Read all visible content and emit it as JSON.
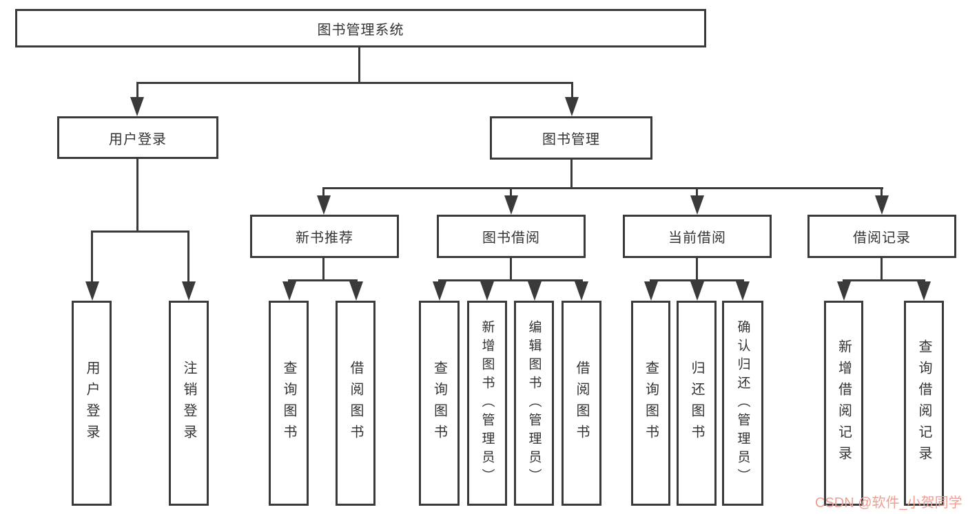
{
  "diagram": {
    "root": "图书管理系统",
    "level2": {
      "user_login": "用户登录",
      "book_mgmt": "图书管理"
    },
    "level3": {
      "new_book_rec": "新书推荐",
      "book_borrow": "图书借阅",
      "current_borrow": "当前借阅",
      "borrow_records": "借阅记录"
    },
    "leaves": [
      "用户登录",
      "注销登录",
      "查询图书",
      "借阅图书",
      "查询图书",
      "新增图书（管理员）",
      "编辑图书（管理员）",
      "借阅图书",
      "查询图书",
      "归还图书",
      "确认归还（管理员）",
      "新增借阅记录",
      "查询借阅记录"
    ]
  },
  "watermark": "CSDN @软件_小贺同学",
  "colors": {
    "line": "#3a3a3a",
    "text": "#333333",
    "watermark": "#f19d92",
    "background": "#ffffff"
  }
}
